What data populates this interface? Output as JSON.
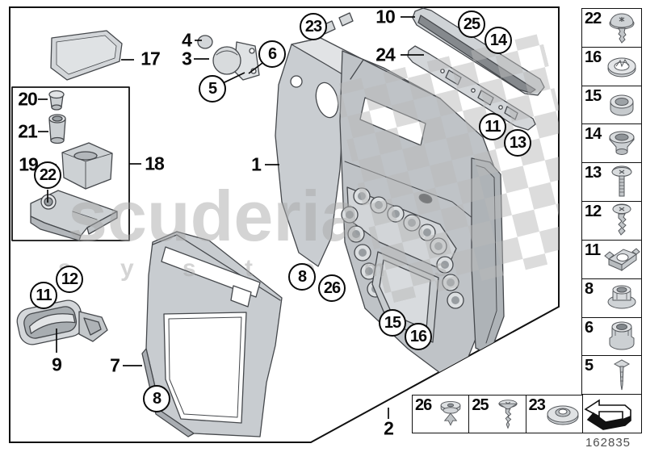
{
  "watermark": {
    "line1": "scuderia",
    "line2": "s y s t e m s"
  },
  "doc_number": "162835",
  "callouts": {
    "circled": [
      {
        "label": "23"
      },
      {
        "label": "25"
      },
      {
        "label": "14"
      },
      {
        "label": "6"
      },
      {
        "label": "5"
      },
      {
        "label": "11"
      },
      {
        "label": "13"
      },
      {
        "label": "22"
      },
      {
        "label": "12"
      },
      {
        "label": "11"
      },
      {
        "label": "8"
      },
      {
        "label": "26"
      },
      {
        "label": "15"
      },
      {
        "label": "16"
      },
      {
        "label": "8"
      }
    ],
    "plain": [
      {
        "label": "17"
      },
      {
        "label": "4"
      },
      {
        "label": "3"
      },
      {
        "label": "10"
      },
      {
        "label": "24"
      },
      {
        "label": "1"
      },
      {
        "label": "18"
      },
      {
        "label": "20"
      },
      {
        "label": "21"
      },
      {
        "label": "19"
      },
      {
        "label": "9"
      },
      {
        "label": "7"
      },
      {
        "label": "2"
      }
    ]
  },
  "sidebar": {
    "items": [
      {
        "number": "22"
      },
      {
        "number": "16"
      },
      {
        "number": "15"
      },
      {
        "number": "14"
      },
      {
        "number": "13"
      },
      {
        "number": "12"
      },
      {
        "number": "11"
      },
      {
        "number": "8"
      },
      {
        "number": "6"
      },
      {
        "number": "5"
      }
    ]
  },
  "bottom_row": {
    "items": [
      {
        "number": "26"
      },
      {
        "number": "25"
      },
      {
        "number": "23"
      }
    ]
  }
}
